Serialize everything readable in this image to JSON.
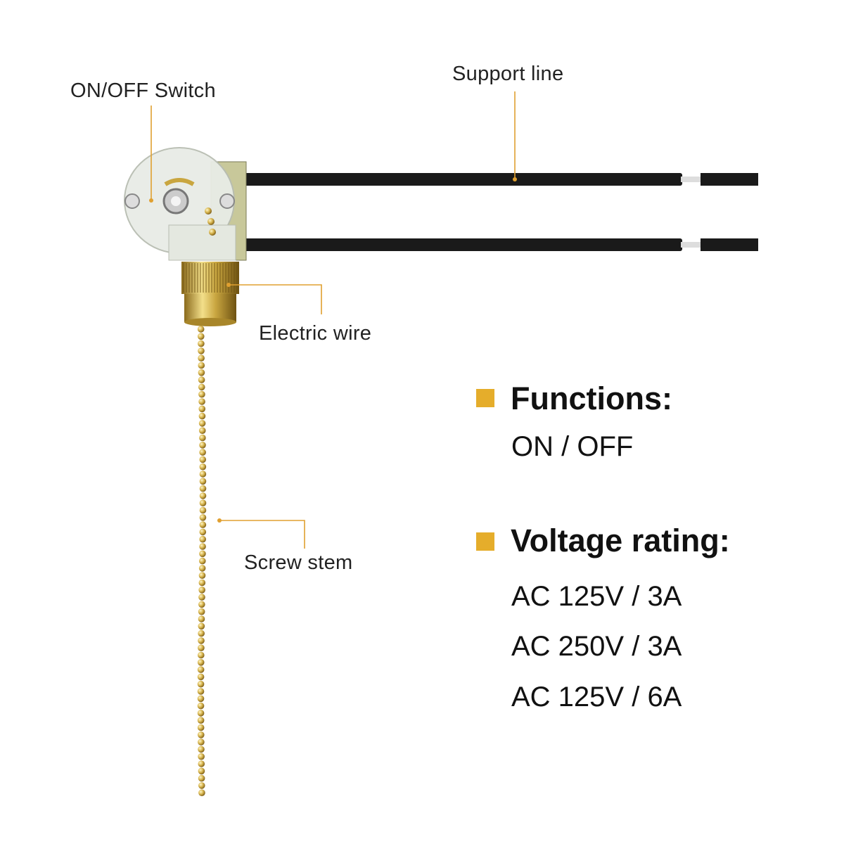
{
  "callouts": {
    "switch": "ON/OFF Switch",
    "support_line": "Support line",
    "electric_wire": "Electric wire",
    "screw_stem": "Screw stem"
  },
  "specs": {
    "functions_title": "Functions:",
    "functions_value": "ON / OFF",
    "voltage_title": "Voltage rating:",
    "ratings": [
      "AC 125V / 3A",
      "AC 250V / 3A",
      "AC 125V / 6A"
    ]
  },
  "colors": {
    "accent": "#e5ad2b",
    "leader": "#e0a030",
    "wire": "#1a1a1a",
    "brass": "#c9a640"
  }
}
